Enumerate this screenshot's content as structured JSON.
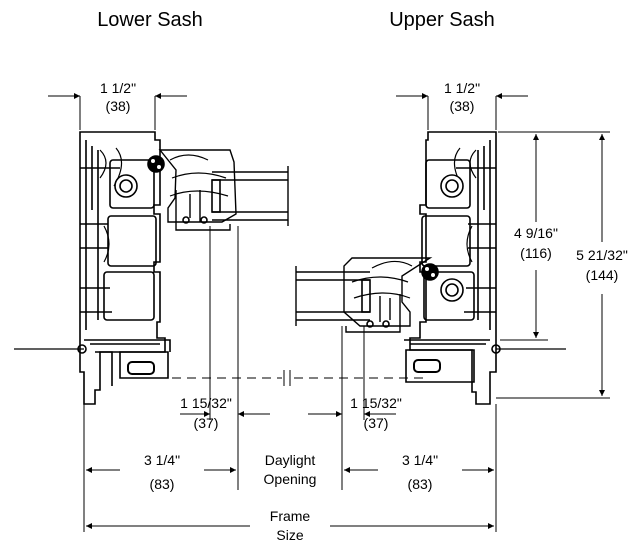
{
  "titles": {
    "lower_sash": "Lower Sash",
    "upper_sash": "Upper Sash"
  },
  "dimensions": {
    "lower_frame_width": {
      "imperial": "1 1/2\"",
      "metric": "(38)"
    },
    "upper_frame_width": {
      "imperial": "1 1/2\"",
      "metric": "(38)"
    },
    "upper_sash_height": {
      "imperial": "4 9/16\"",
      "metric": "(116)"
    },
    "overall_height": {
      "imperial": "5 21/32\"",
      "metric": "(144)"
    },
    "lower_sightline": {
      "imperial": "1 15/32\"",
      "metric": "(37)"
    },
    "upper_sightline": {
      "imperial": "1 15/32\"",
      "metric": "(37)"
    },
    "lower_depth": {
      "imperial": "3 1/4\"",
      "metric": "(83)"
    },
    "upper_depth": {
      "imperial": "3 1/4\"",
      "metric": "(83)"
    },
    "daylight_opening": {
      "line1": "Daylight",
      "line2": "Opening"
    },
    "frame_size": {
      "line1": "Frame",
      "line2": "Size"
    }
  },
  "colors": {
    "ink": "#000000",
    "fill": "#ffffff"
  }
}
